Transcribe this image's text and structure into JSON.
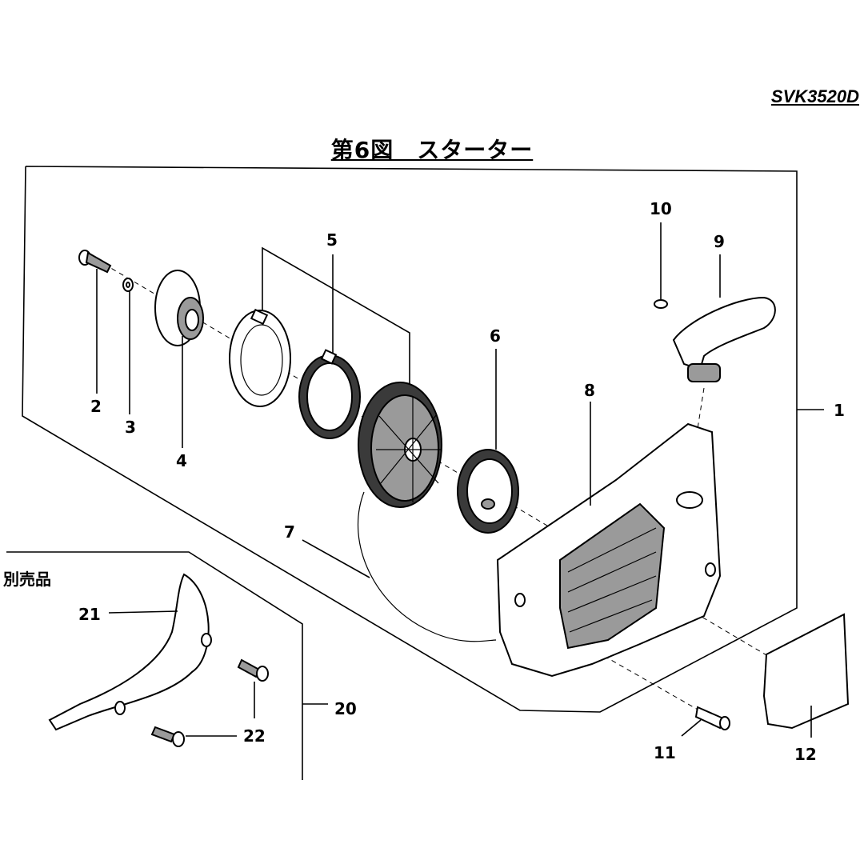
{
  "header": {
    "model": "SVK3520D",
    "title": "第6図　スターター"
  },
  "separate_sale_label": "別売品",
  "callouts": [
    "1",
    "2",
    "3",
    "4",
    "5",
    "6",
    "7",
    "8",
    "9",
    "10",
    "11",
    "12",
    "20",
    "21",
    "22",
    "22"
  ]
}
